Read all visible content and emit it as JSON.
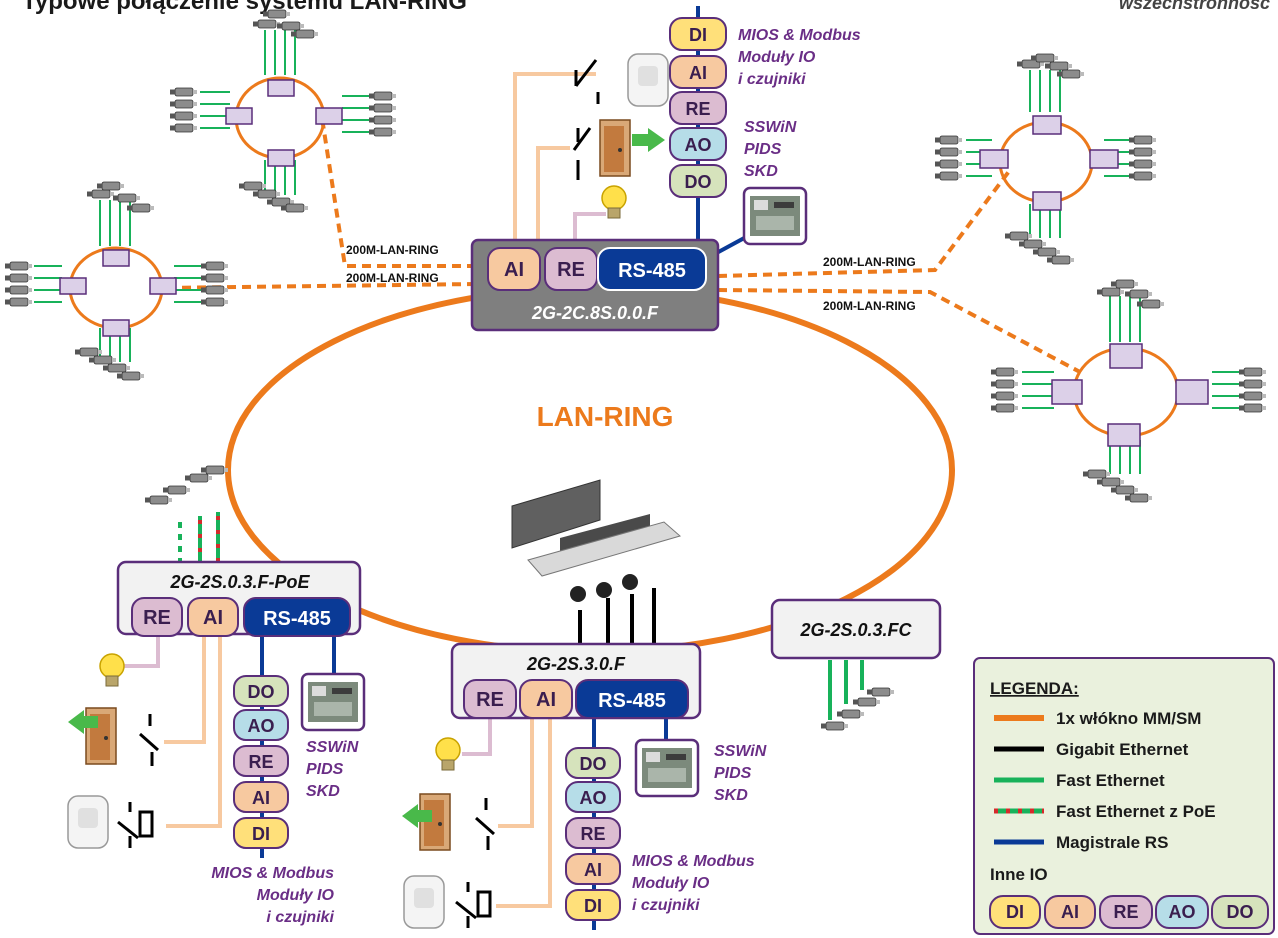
{
  "title": "Typowe połączenie systemu LAN-RING",
  "subtitle": "wszechstronność",
  "ring_label": "LAN-RING",
  "link_label": "200M-LAN-RING",
  "devices": {
    "top": "2G-2C.8S.0.0.F",
    "left": "2G-2S.0.3.F-PoE",
    "center": "2G-2S.3.0.F",
    "right": "2G-2S.0.3.FC"
  },
  "rs485": "RS-485",
  "io": {
    "di": "DI",
    "ai": "AI",
    "re": "RE",
    "ao": "AO",
    "do": "DO"
  },
  "notes": {
    "mios_line1": "MIOS & Modbus",
    "mios_line2": "Moduły IO",
    "mios_line3": "i czujniki",
    "sswin_line1": "SSWiN",
    "sswin_line2": "PIDS",
    "sswin_line3": "SKD"
  },
  "legend": {
    "title": "LEGENDA:",
    "items": [
      {
        "label": "1x włókno MM/SM",
        "color": "#ec7a1c"
      },
      {
        "label": "Gigabit Ethernet",
        "color": "#000000"
      },
      {
        "label": "Fast Ethernet",
        "color": "#18b25a"
      },
      {
        "label": "Fast Ethernet z PoE",
        "color": "#18b25a"
      },
      {
        "label": "Magistrale RS",
        "color": "#0a3a96"
      }
    ],
    "other_io": "Inne IO"
  },
  "colors": {
    "ring": "#ec7a1c",
    "rs": "#0a3a96",
    "di": "#ffe07a",
    "ai": "#f7c9a0",
    "re": "#dcbcd1",
    "ao": "#b6dde8",
    "do": "#d6e3bc",
    "border": "#5a2e7a"
  }
}
